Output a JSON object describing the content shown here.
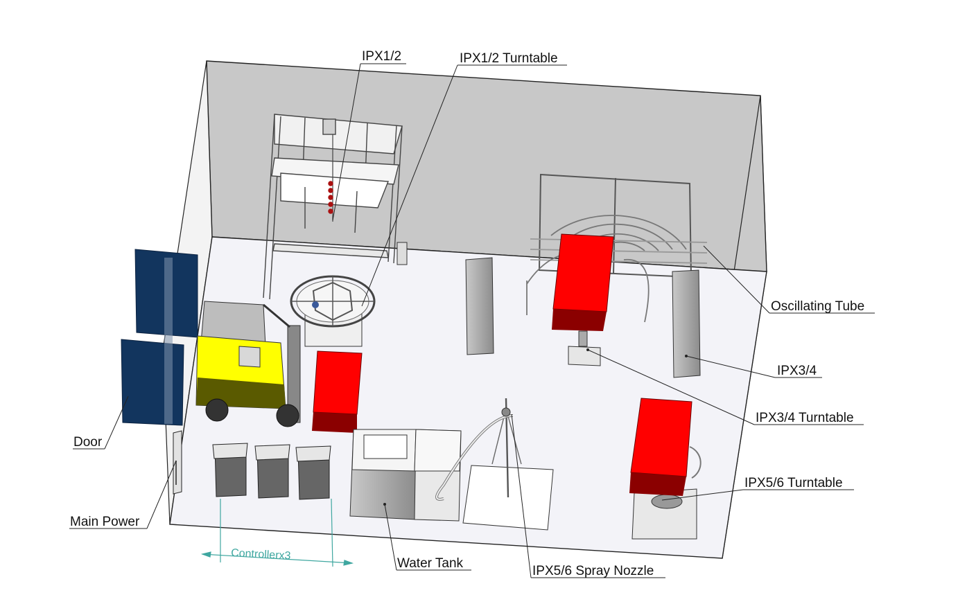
{
  "labels": {
    "ipx12": "IPX1/2",
    "ipx12_turntable": "IPX1/2 Turntable",
    "oscillating_tube": "Oscillating Tube",
    "ipx34": "IPX3/4",
    "ipx34_turntable": "IPX3/4 Turntable",
    "ipx56_turntable": "IPX5/6 Turntable",
    "door": "Door",
    "main_power": "Main Power",
    "water_tank": "Water Tank",
    "ipx56_spray_nozzle": "IPX5/6 Spray Nozzle",
    "controllers": "Controllerx3"
  },
  "colors": {
    "back_wall": "#c8c8c8",
    "floor": "#f3f3f8",
    "door_blue": "#12355e",
    "forklift_yellow": "#ffff00",
    "box_red": "#ff0000",
    "equipment_gray": "#9a9a9a",
    "dimension_teal": "#3fa7a0"
  }
}
